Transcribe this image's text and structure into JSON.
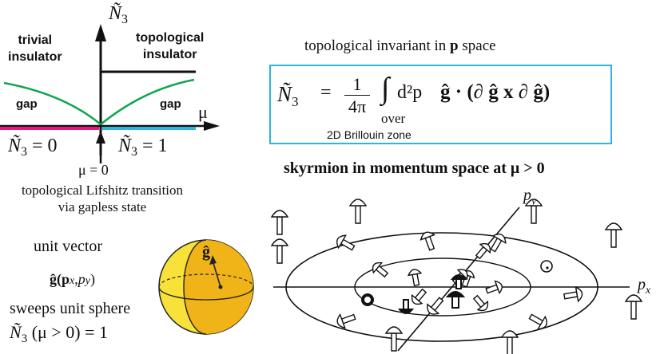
{
  "phase_diagram": {
    "axis_label_top": "Ñ",
    "axis_label_top_sub": "3",
    "axis_label_right": "μ",
    "left_phase": [
      "trivial",
      "insulator"
    ],
    "right_phase": [
      "topological",
      "insulator"
    ],
    "gap_left": "gap",
    "gap_right": "gap",
    "left_value": "= 0",
    "right_value": "= 1",
    "mu_zero": "μ = 0",
    "transition_caption": [
      "topological Lifshitz transition",
      "via gapless state"
    ],
    "colors": {
      "trivial_line": "#e8177f",
      "topological_line": "#2eb5dc",
      "gap_curve": "#12a650",
      "axis": "#111111"
    }
  },
  "invariant": {
    "heading_pre": "topological invariant in ",
    "heading_bold": "p",
    "heading_post": " space",
    "lhs": "Ñ",
    "lhs_sub": "3",
    "equals": "=",
    "frac_num": "1",
    "frac_den": "4π",
    "integral": "∫",
    "measure": "d²p",
    "over": "over",
    "zone": "2D Brillouin zone",
    "integrand": "ĝ · (∂ ĝ x ∂ ĝ)",
    "border_color": "#2eb5dc"
  },
  "sphere": {
    "label_unit_vector": "unit vector",
    "label_g": "ĝ(p",
    "label_sweeps": "sweeps unit sphere",
    "label_result": "(μ > 0) = 1",
    "vector_label": "ĝ",
    "colors": {
      "light": "#f8e23a",
      "dark": "#f0b418"
    }
  },
  "skyrmion": {
    "title": "skyrmion in momentum space at μ > 0",
    "axis_x": "p",
    "axis_x_sub": "x",
    "axis_y": "p",
    "axis_y_sub": "y"
  }
}
